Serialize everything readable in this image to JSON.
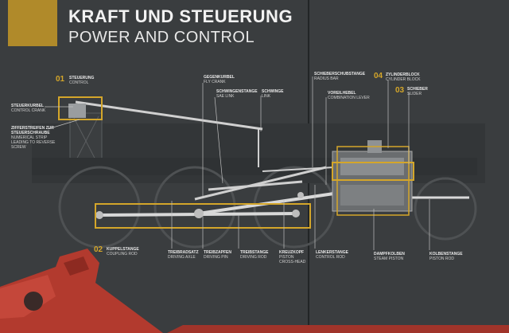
{
  "title": {
    "de": "KRAFT UND STEUERUNG",
    "en": "POWER AND CONTROL"
  },
  "labels": {
    "steuerung": {
      "num": "01",
      "de": "STEUERUNG",
      "en": "CONTROL"
    },
    "steuerkurbel": {
      "de": "STEUERKURBEL",
      "en": "CONTROL CRANK"
    },
    "zifferstreifen": {
      "de": "ZIFFERSTREIFEN ZUR STEUERSCHRAUBE",
      "en": "NUMERICAL STRIP LEADING TO REVERSE SCREW"
    },
    "gegenkurbel": {
      "de": "GEGENKURBEL",
      "en": "FLY CRANK"
    },
    "schwingenstange": {
      "de": "SCHWINGENSTANGE",
      "en": "SAE LINK"
    },
    "schwinge": {
      "de": "SCHWINGE",
      "en": "LINK"
    },
    "schieberschubstange": {
      "de": "SCHIEBERSCHUBSTANGE",
      "en": "RADIUS BAR"
    },
    "voreilhebel": {
      "de": "VOREILHEBEL",
      "en": "COMBINATION LEVER"
    },
    "zylinderblock": {
      "num": "04",
      "de": "ZYLINDERBLOCK",
      "en": "CYLINDER BLOCK"
    },
    "schieber": {
      "num": "03",
      "de": "SCHIEBER",
      "en": "SLIDER"
    },
    "kuppelstange": {
      "num": "02",
      "de": "KUPPELSTANGE",
      "en": "COUPLING ROD"
    },
    "treibradsatz": {
      "de": "TREIBRADSATZ",
      "en": "DRIVING AXLE"
    },
    "treibzapfen": {
      "de": "TREIBZAPFEN",
      "en": "DRIVING PIN"
    },
    "treibstange": {
      "de": "TREIBSTANGE",
      "en": "DRIVING ROD"
    },
    "kreuzkopf": {
      "de": "KREUZKOPF",
      "en": "PISTON CROSS-HEAD"
    },
    "lenkerstange": {
      "de": "LENKERSTANGE",
      "en": "CONTROL ROD"
    },
    "dampfkolben": {
      "de": "DAMPFKOLBEN",
      "en": "STEAM PISTON"
    },
    "kolbenstange": {
      "de": "KOLBENSTANGE",
      "en": "PISTON ROD"
    }
  },
  "colors": {
    "accent": "#d4a62a",
    "panel": "#3a3d3f",
    "rod": "#b23a2e"
  }
}
